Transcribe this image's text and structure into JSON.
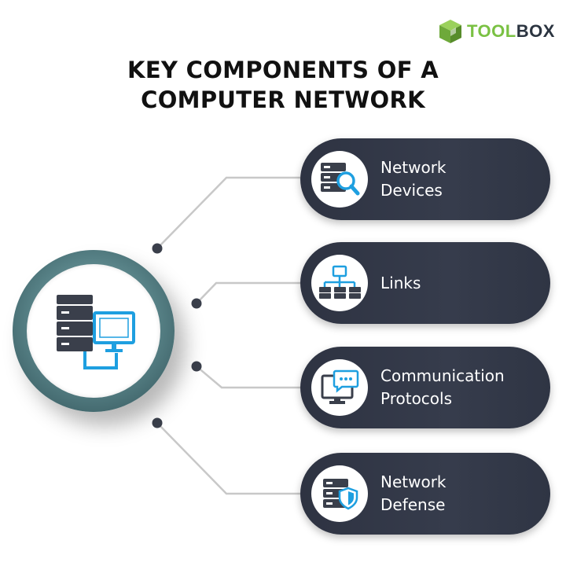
{
  "logo": {
    "word_accent": "TOOL",
    "word_dark": "BOX",
    "icon": "green-cube-logo-icon"
  },
  "title": {
    "line1": "KEY COMPONENTS OF A",
    "line2": "COMPUTER NETWORK"
  },
  "hub": {
    "icon": "server-monitor-icon"
  },
  "components": [
    {
      "label": "Network\nDevices",
      "icon": "server-search-icon"
    },
    {
      "label": "Links",
      "icon": "network-topology-icon"
    },
    {
      "label": "Communication\nProtocols",
      "icon": "chat-monitor-icon"
    },
    {
      "label": "Network\nDefense",
      "icon": "server-shield-icon"
    }
  ],
  "colors": {
    "pill": "#2e3342",
    "accent_blue": "#1e9fe0",
    "logo_green": "#7ac143",
    "connector": "#c8c8c8",
    "dot": "#3a3f4b"
  }
}
